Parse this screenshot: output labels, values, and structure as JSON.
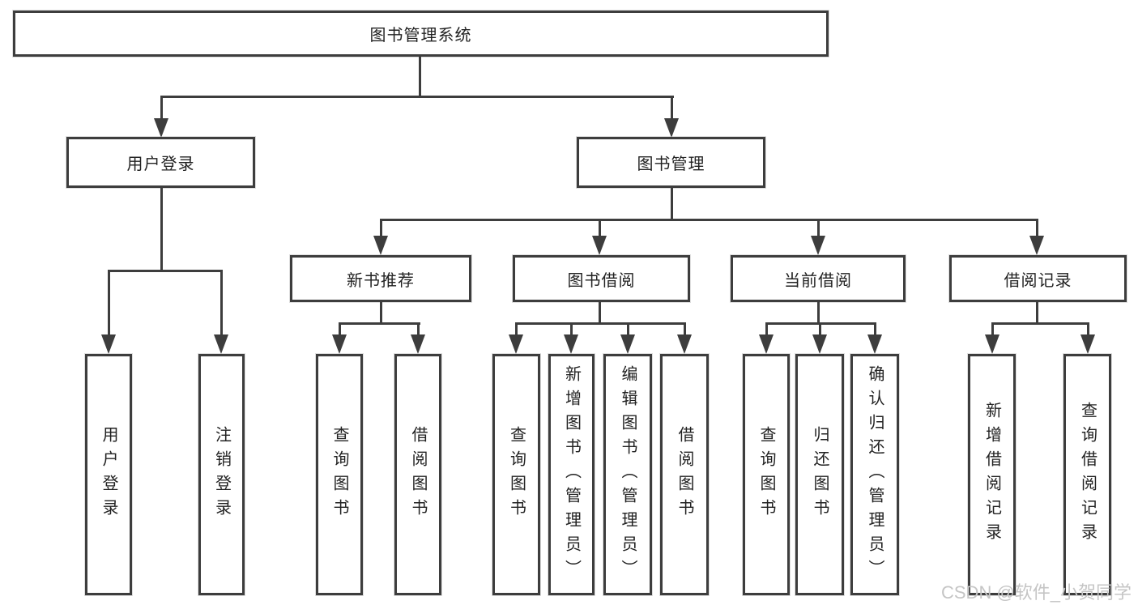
{
  "diagram": {
    "type": "hierarchy-tree",
    "levels": 4,
    "nodes": {
      "root": {
        "label": "图书管理系统"
      },
      "user_login": {
        "label": "用户登录"
      },
      "book_mgmt": {
        "label": "图书管理"
      },
      "new_book_rec": {
        "label": "新书推荐"
      },
      "book_borrow": {
        "label": "图书借阅"
      },
      "current_borrow": {
        "label": "当前借阅"
      },
      "borrow_records": {
        "label": "借阅记录"
      },
      "leaf_user_login": {
        "label": "用户登录",
        "parent": "user_login"
      },
      "leaf_logout": {
        "label": "注销登录",
        "parent": "user_login"
      },
      "leaf_query_book_1": {
        "label": "查询图书",
        "parent": "new_book_rec"
      },
      "leaf_borrow_book_1": {
        "label": "借阅图书",
        "parent": "new_book_rec"
      },
      "leaf_query_book_2": {
        "label": "查询图书",
        "parent": "book_borrow"
      },
      "leaf_add_book": {
        "label": "新增图书（管理员）",
        "parent": "book_borrow"
      },
      "leaf_edit_book": {
        "label": "编辑图书（管理员）",
        "parent": "book_borrow"
      },
      "leaf_borrow_book_2": {
        "label": "借阅图书",
        "parent": "book_borrow"
      },
      "leaf_query_book_3": {
        "label": "查询图书",
        "parent": "current_borrow"
      },
      "leaf_return_book": {
        "label": "归还图书",
        "parent": "current_borrow"
      },
      "leaf_confirm_return": {
        "label": "确认归还（管理员）",
        "parent": "current_borrow"
      },
      "leaf_add_record": {
        "label": "新增借阅记录",
        "parent": "borrow_records"
      },
      "leaf_query_record": {
        "label": "查询借阅记录",
        "parent": "borrow_records"
      }
    },
    "colors": {
      "line": "#3d3d3d",
      "text": "#222222",
      "background": "#ffffff",
      "watermark_text": "#c5c5c5"
    }
  },
  "watermark": "CSDN @软件_小贺同学"
}
